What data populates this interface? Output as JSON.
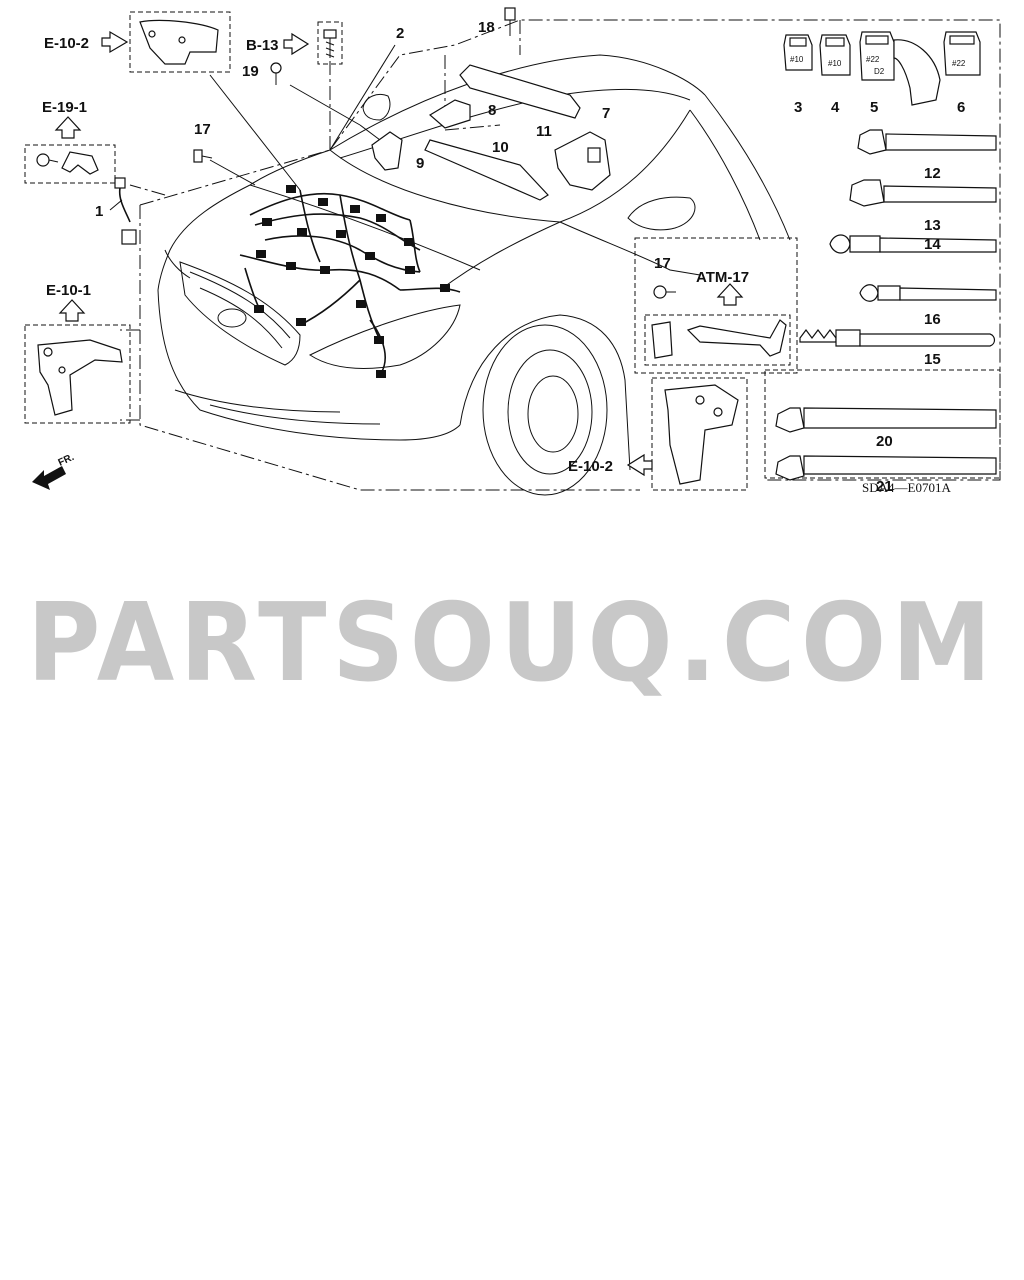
{
  "refs": {
    "e10_2_top": "E-10-2",
    "b13": "B-13",
    "e19_1": "E-19-1",
    "e10_1": "E-10-1",
    "atm17": "ATM-17",
    "e10_2_bottom": "E-10-2"
  },
  "callouts": {
    "c1": "1",
    "c2": "2",
    "c3": "3",
    "c4": "4",
    "c5": "5",
    "c6": "6",
    "c7": "7",
    "c8": "8",
    "c9": "9",
    "c10": "10",
    "c11": "11",
    "c12": "12",
    "c13": "13",
    "c14": "14",
    "c15": "15",
    "c16": "16",
    "c17a": "17",
    "c17b": "17",
    "c18": "18",
    "c19": "19",
    "c20": "20",
    "c21": "21"
  },
  "connector_marks": {
    "m3": "#10",
    "m4": "#10",
    "m5": "#22",
    "m5b": "D2",
    "m6": "#22"
  },
  "front_label": "FR.",
  "diagram_code": "SDA4—E0701A",
  "watermark": "PARTSOUQ.COM"
}
